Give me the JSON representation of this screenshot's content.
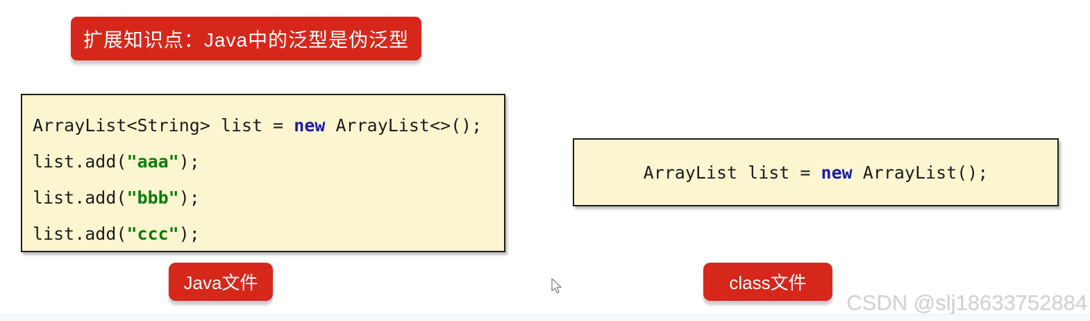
{
  "banner": {
    "text": "扩展知识点：Java中的泛型是伪泛型"
  },
  "left_code_box": {
    "line1": {
      "pre": "ArrayList<String> list = ",
      "keyword": "new",
      "post": " ArrayList<>();"
    },
    "line2": {
      "pre": "list.add(",
      "string": "\"aaa\"",
      "post": ");"
    },
    "line3": {
      "pre": "list.add(",
      "string": "\"bbb\"",
      "post": ");"
    },
    "line4": {
      "pre": "list.add(",
      "string": "\"ccc\"",
      "post": ");"
    },
    "label": "Java文件"
  },
  "right_code_box": {
    "line1": {
      "pre": "ArrayList list = ",
      "keyword": "new",
      "post": " ArrayList();"
    },
    "label": "class文件"
  },
  "watermark": {
    "text": "CSDN @slj18633752884"
  },
  "colors": {
    "accent_red": "#d5281b",
    "code_panel_yellow": "#fbf6d0",
    "panel_border": "#1c1c1c",
    "keyword_blue": "#1c1caa",
    "string_green": "#0a7c0a",
    "watermark_gray": "#d2d2d2"
  }
}
